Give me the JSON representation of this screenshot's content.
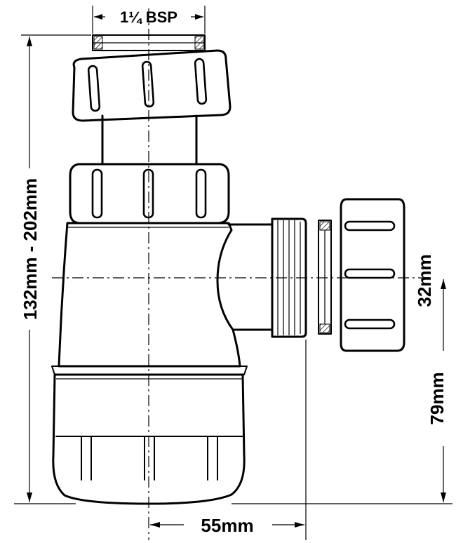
{
  "dimensions": {
    "thread": "1¼ BSP",
    "height_range": "132mm - 202mm",
    "outlet": "32mm",
    "outlet_height": "79mm",
    "offset": "55mm"
  }
}
